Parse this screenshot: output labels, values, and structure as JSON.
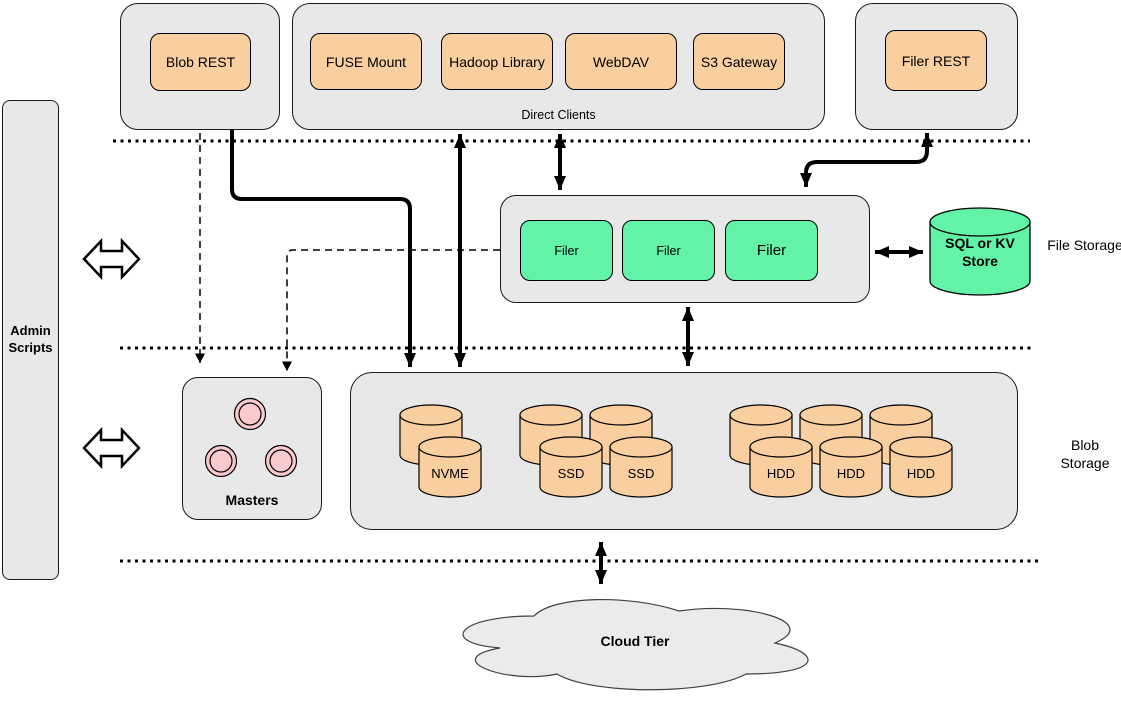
{
  "colors": {
    "panel_fill": "#e8e8e8",
    "client_node_fill": "#f9cf9f",
    "filer_node_fill": "#62f2a8",
    "master_node_fill": "#f8cacd",
    "cloud_fill": "#ebebeb",
    "line": "#000000"
  },
  "admin": {
    "label": "Admin Scripts"
  },
  "top_row": {
    "blob_rest": "Blob REST",
    "direct_clients": {
      "caption": "Direct Clients",
      "clients": [
        "FUSE Mount",
        "Hadoop Library",
        "WebDAV",
        "S3 Gateway"
      ]
    },
    "filer_rest": "Filer REST"
  },
  "file_storage": {
    "section_label": "File Storage",
    "filers": [
      "Filer",
      "Filer",
      "Filer"
    ],
    "metadata_store": "SQL or KV Store"
  },
  "blob_storage": {
    "section_label": "Blob Storage",
    "masters": {
      "caption": "Masters",
      "node_count": 3
    },
    "volume_labels": {
      "nvme": "NVME",
      "ssd": [
        "SSD",
        "SSD"
      ],
      "hdd": [
        "HDD",
        "HDD",
        "HDD"
      ]
    }
  },
  "cloud": {
    "label": "Cloud Tier"
  }
}
